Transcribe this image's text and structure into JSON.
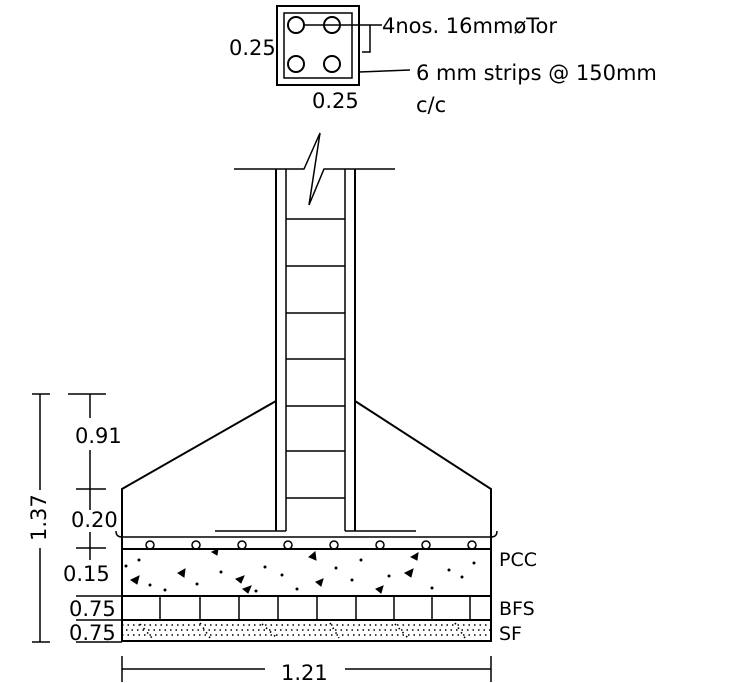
{
  "column_section": {
    "width_label": "0.25",
    "depth_label": "0.25",
    "main_bar_note": "4nos. 16mmøTor",
    "stirrup_note_line1": "6 mm strips @ 150mm",
    "stirrup_note_line2": "c/c"
  },
  "dimensions": {
    "total_height": "1.37",
    "pedestal_height": "0.91",
    "footing_edge": "0.20",
    "pcc_thickness": "0.15",
    "bfs_thickness": "0.75",
    "sf_thickness": "0.75",
    "base_width": "1.21"
  },
  "layers": {
    "pcc": "PCC",
    "bfs": "BFS",
    "sf": "SF"
  }
}
